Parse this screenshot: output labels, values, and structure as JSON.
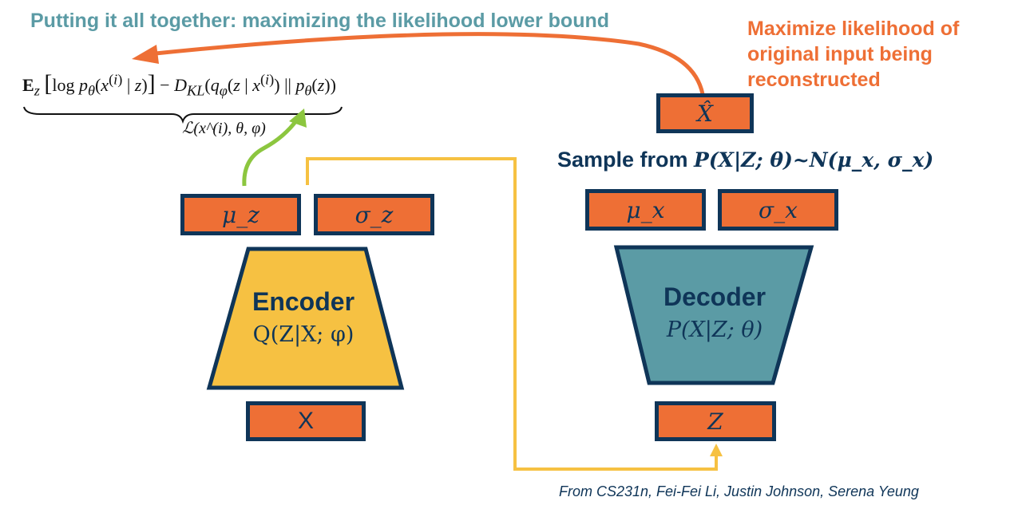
{
  "title": "Putting it all together: maximizing the likelihood lower bound",
  "annotation": "Maximize likelihood of original input being reconstructed",
  "formula": {
    "main": "E_z [ log p_θ(x^(i) | z) ] − D_KL( q_φ(z | x^(i)) || p_θ(z) )",
    "underbrace_label": "ℒ(x^(i), θ, φ)"
  },
  "sample_text": {
    "prefix": "Sample from ",
    "math": "P(X|Z; θ)~N(μ_x, σ_x)"
  },
  "encoder": {
    "name": "Encoder",
    "distribution": "Q(Z|X; φ)",
    "input": "X",
    "mu": "μ_z",
    "sigma": "σ_z",
    "color": "#f6c142"
  },
  "decoder": {
    "name": "Decoder",
    "distribution": "P(X|Z; θ)",
    "input": "Z",
    "mu": "μ_x",
    "sigma": "σ_x",
    "output": "X̂",
    "color": "#5b9ba5"
  },
  "colors": {
    "box_fill": "#ee6f35",
    "box_border": "#0f3558",
    "title": "#5b9ba5",
    "annotation": "#ee6f35",
    "green_arrow": "#8cc63f",
    "yellow_arrow": "#f6c142",
    "orange_arrow": "#ee6f35"
  },
  "credit": "From CS231n, Fei-Fei Li, Justin Johnson, Serena Yeung"
}
